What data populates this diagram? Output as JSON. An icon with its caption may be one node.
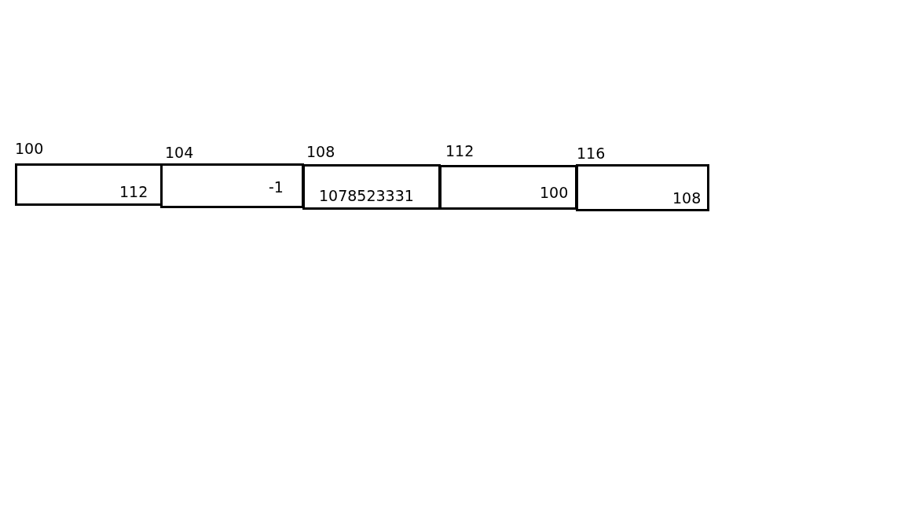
{
  "diagram": {
    "nodes": [
      {
        "text": [
          "100",
          "112"
        ]
      },
      {
        "text": [
          "104",
          "-1"
        ]
      },
      {
        "text": [
          "108",
          "1078523331"
        ]
      },
      {
        "text": [
          "112",
          "100"
        ]
      },
      {
        "text": [
          "116",
          "108"
        ]
      }
    ]
  }
}
